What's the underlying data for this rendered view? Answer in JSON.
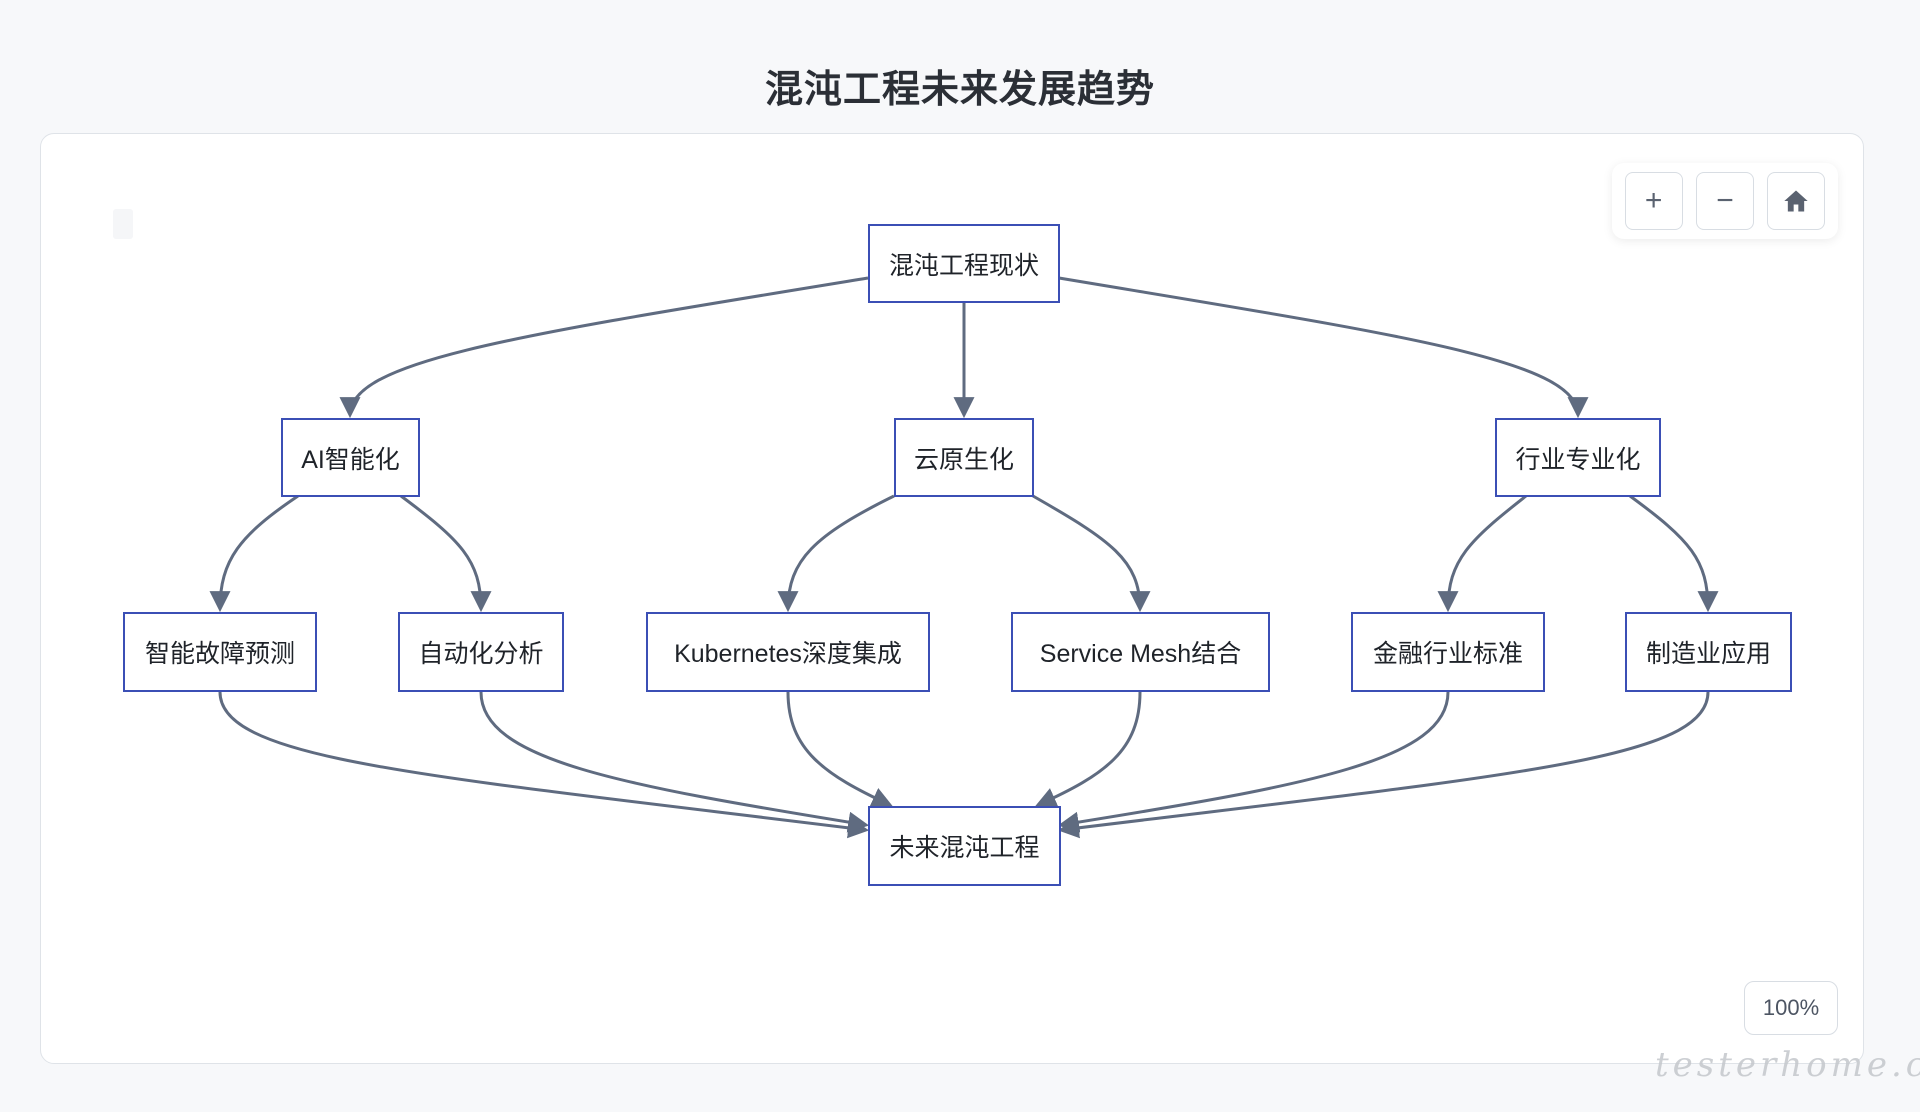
{
  "title": "混沌工程未来发展趋势",
  "controls": {
    "zoom_in": "+",
    "zoom_out": "−",
    "home": "home-icon",
    "zoom_level": "100%"
  },
  "watermark": "testerhome.com",
  "colors": {
    "node_border": "#3b4fb5",
    "edge": "#5f6b80"
  },
  "diagram": {
    "nodes": {
      "root": "混沌工程现状",
      "ai": "AI智能化",
      "cloud": "云原生化",
      "industry": "行业专业化",
      "fault_predict": "智能故障预测",
      "auto_analysis": "自动化分析",
      "k8s": "Kubernetes深度集成",
      "mesh": "Service Mesh结合",
      "finance": "金融行业标准",
      "manufacturing": "制造业应用",
      "future": "未来混沌工程"
    },
    "edges": [
      [
        "root",
        "ai"
      ],
      [
        "root",
        "cloud"
      ],
      [
        "root",
        "industry"
      ],
      [
        "ai",
        "fault_predict"
      ],
      [
        "ai",
        "auto_analysis"
      ],
      [
        "cloud",
        "k8s"
      ],
      [
        "cloud",
        "mesh"
      ],
      [
        "industry",
        "finance"
      ],
      [
        "industry",
        "manufacturing"
      ],
      [
        "fault_predict",
        "future"
      ],
      [
        "auto_analysis",
        "future"
      ],
      [
        "k8s",
        "future"
      ],
      [
        "mesh",
        "future"
      ],
      [
        "finance",
        "future"
      ],
      [
        "manufacturing",
        "future"
      ]
    ]
  }
}
